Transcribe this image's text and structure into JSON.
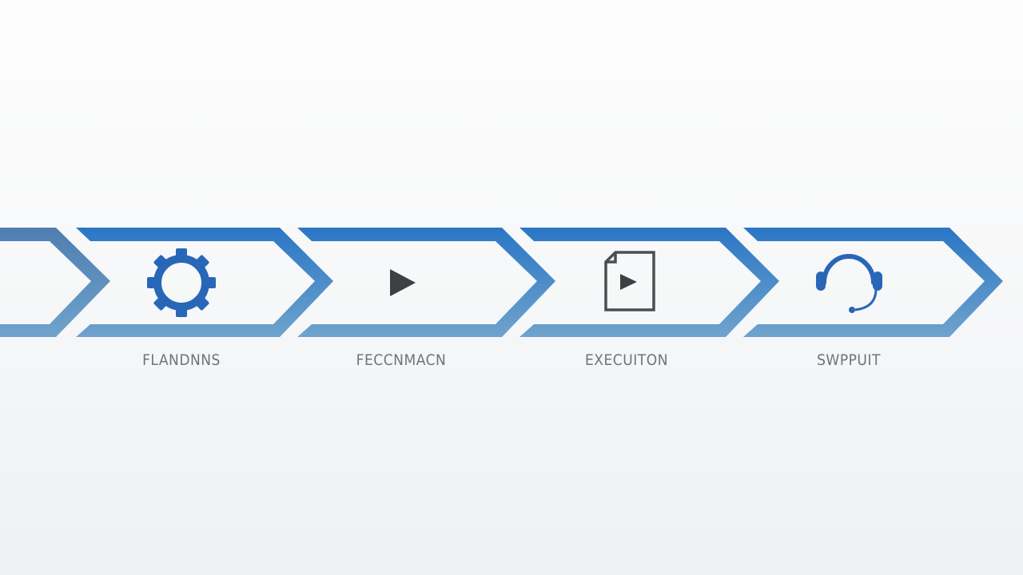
{
  "colors": {
    "chevron_top": "#2a76c6",
    "chevron_bottom": "#6fa3cc",
    "lead_chevron_top": "#4f7db0",
    "gear_icon": "#2867b8",
    "headset_icon": "#2867b8",
    "play_icon": "#3d4144",
    "document_icon": "#4a4e52",
    "label_text": "#6f7478"
  },
  "steps": [
    {
      "label": "FLANDNNS",
      "icon": "gear-icon"
    },
    {
      "label": "FECCNMACN",
      "icon": "play-icon"
    },
    {
      "label": "EXECUITON",
      "icon": "document-play-icon"
    },
    {
      "label": "SWPPUIT",
      "icon": "headset-icon"
    }
  ]
}
